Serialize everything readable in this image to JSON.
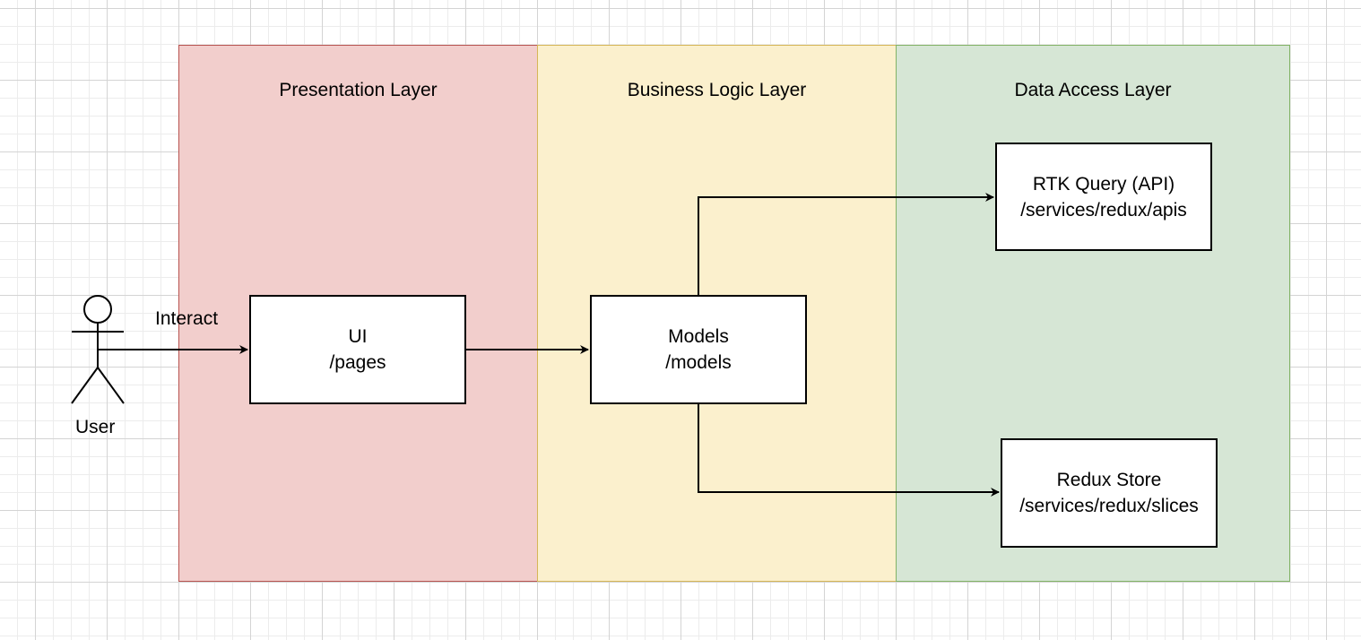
{
  "lanes": {
    "presentation": {
      "title": "Presentation Layer",
      "fill": "#f2cecc",
      "stroke": "#b85450"
    },
    "business": {
      "title": "Business Logic Layer",
      "fill": "#fbf0cd",
      "stroke": "#d6b656"
    },
    "data": {
      "title": "Data Access Layer",
      "fill": "#d6e6d5",
      "stroke": "#82b366"
    }
  },
  "actor": {
    "label": "User",
    "icon": "stick-figure-icon"
  },
  "edges": {
    "interact_label": "Interact"
  },
  "nodes": {
    "ui": {
      "line1": "UI",
      "line2": "/pages"
    },
    "models": {
      "line1": "Models",
      "line2": "/models"
    },
    "rtk": {
      "line1": "RTK Query (API)",
      "line2": "/services/redux/apis"
    },
    "redux": {
      "line1": "Redux Store",
      "line2": "/services/redux/slices"
    }
  }
}
